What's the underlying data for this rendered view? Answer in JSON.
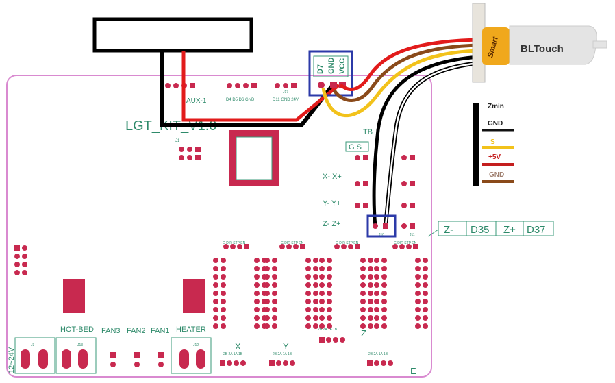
{
  "board": {
    "name": "LGT_KIT_V1.0",
    "aux": "AUX-1",
    "header1": "D4  D5  D6  GND",
    "header2": "D11 GND 24V",
    "j17": "J17",
    "tb": "TB",
    "gs": "G  S",
    "xlim": "X-  X+",
    "ylim": "Y-  Y+",
    "zlim": "Z-  Z+",
    "j10": "J10",
    "j11": "J11",
    "j1": "J1",
    "power": "12~24V",
    "hotbed": "HOT-BED",
    "fan3": "FAN3",
    "fan2": "FAN2",
    "fan1": "FAN1",
    "heater": "HEATER",
    "axes": [
      "X",
      "Y",
      "Z",
      "E"
    ],
    "motor_pins": "2B 2A 1A 1B",
    "driver_header": "G DIR STP EN",
    "conn_labels": [
      "J3",
      "J13",
      "J12"
    ]
  },
  "servo_header": {
    "pins": [
      "D7",
      "GND",
      "VCC"
    ]
  },
  "endstop_table": [
    "Z-",
    "D35",
    "Z+",
    "D37"
  ],
  "bltouch": {
    "label": "BLTouch",
    "brand": "Smart"
  },
  "legend": [
    {
      "label": "Zmin",
      "color": "#ffffff"
    },
    {
      "label": "GND",
      "color": "#111111"
    },
    {
      "label": "S",
      "color": "#f2c21b"
    },
    {
      "label": "+5V",
      "color": "#c41e1e"
    },
    {
      "label": "GND",
      "color": "#8a4a1a"
    }
  ],
  "colors": {
    "board_outline": "#d98ad0",
    "pcb_text": "#2e8a6a",
    "pad": "#c8294f",
    "highlight": "#2c3aa8"
  }
}
